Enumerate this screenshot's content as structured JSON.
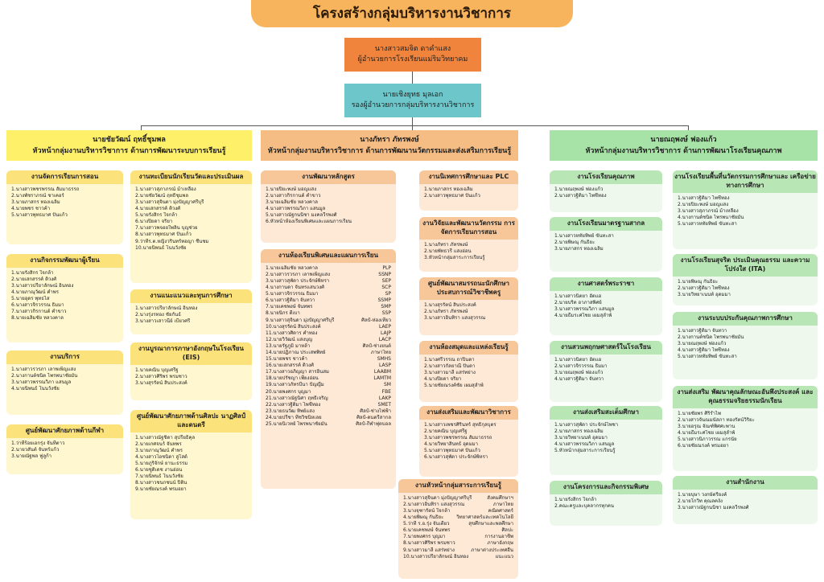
{
  "title": "โครงสร้างกลุ่มบริหารงานวิชาการ",
  "director": {
    "name": "นางสาวสมจิต  ดาคำแสง",
    "role": "ผู้อำนวยการโรงเรียนแม่ริมวิทยาคม"
  },
  "deputy": {
    "name": "นายเชิงยุทธ มุลเอก",
    "role": "รองผู้อำนวยการกลุ่มบริหารงานวิชาการ"
  },
  "heads": [
    {
      "name": "นายชัยวัฒน์ ฤทธิ์ชุมพล",
      "role": "หัวหน้ากลุ่มงานบริหารวิชาการ ด้านการพัฒนาระบบการเรียนรู้"
    },
    {
      "name": "นางภัทรา  ภัทรพงษ์",
      "role": "หัวหน้ากลุ่มงานบริหารวิชาการ ด้านการพัฒนานวัตกรรมและส่งเสริมการเรียนรู้"
    },
    {
      "name": "นายณฤพงษ์  ฟองแก้ว",
      "role": "หัวหน้ากลุ่มงานบริหารวิชาการ ด้านการพัฒนาโรงเรียนคุณภาพ"
    }
  ],
  "cards": {
    "c1": {
      "title": "งานจัดการเรียนการสอน",
      "items": [
        "1.นางสาวพชรพรรณ สัมมาธรรถ",
        "2.นางพัชราภรณ์ ชาเคอร์",
        "3.นายภาสกร ทองเฉลิม",
        "4.นายพชร ชาวค้า",
        "5.นางสาวพุทธมาศ ปันแก้ว"
      ]
    },
    "c2": {
      "title": "งานกิจกรรมพัฒนาผู้เรียน",
      "items": [
        "1.นายรังสิกร ใจกล้า",
        "2.นายเสกสรรค์ ติวงศ์",
        "3.นางสาวปรียาลักษณ์ อินทอง",
        "4.นายภาณุวัฒน์ คำพร",
        "5.นายอุดร พุทธไส",
        "6.นางสาวจิรวรรณ ธิมมา",
        "7.นางสาวกิรกานต์ คำขาว",
        "8.นายเฉลิมชัย หลวงคาล"
      ]
    },
    "c3": {
      "title": "งานบริการ",
      "items": [
        "1.นางสาวรวรภา เลาพเพ็ญแสง",
        "2.นางกานต์ชนิต ไพรพนาชัยมัน",
        "3.นางสาวพรรณวิภา แสนมูล",
        "4.นายนิพนธ์ โนนวังชัย"
      ]
    },
    "c4": {
      "title": "ศูนย์พัฒนาศักยภาพด้านกีฬา",
      "items": [
        "1.ว่าที่ร้อยเอกรุ่ง จันทีตาว",
        "2.นายวสันต์ จันทร์แก้ว",
        "3.นายณัฐพล ฟูลูก้า"
      ]
    },
    "c5": {
      "title": "งานทะเบียนนักเรียนวัดและประเมินผล",
      "items": [
        "1.นางสาวสุภาภรณ์ ม้าเหลือง",
        "2.นายชัยวัฒน์ ฤทธิ์ชุมพล",
        "3.นางสาวสุจินดา มุ่งปัญญาศรีบุรี",
        "4.นายเสกสรรค์ ติวงศ์",
        "5.นายรังสิกร ใจกล้า",
        "6.นางปิยดา จริยา",
        "7.นางสาวพจอยใพลิน บุญช่วย",
        "8.นางสาวพุทธมาศ ปันแก้ว",
        "9.ว่าที่ร.ต.หญิงวรินทร์ทอญา ชื่นชม",
        "10.นายนิพนธ์ โนนวังชัย"
      ]
    },
    "c6": {
      "title": "งานแนะแนวและทุนการศึกษา",
      "items": [
        "1.นางสาวปรียาลักษณ์ อินทอง",
        "2.นางรุ่งรทอง ชัยกันธ์",
        "3.นางสาวเสาวนีย์ เบี้ยวศรี"
      ]
    },
    "c7": {
      "title": "งานบูรณาการภาษาอังกฤษในโรงเรียน (EIS)",
      "items": [
        "1.นายคณิน บุญเศรีฐ",
        "2.นางสาวศิริพร พรมซาว",
        "3.นางสุรรัตน์ สินประสงค์"
      ]
    },
    "c8": {
      "title": "ศูนย์พัฒนาศักยภาพด้านศิลปะ นาฏศิลป์ และดนตรี",
      "items": [
        "1.นางสาวณัฐชิดา สุปรียธิคุล",
        "2.นายเกศจนร์ จันทพร",
        "3.นายภาณุวัฒน์ คำพร",
        "4.นางสาวไอชนิดา สูโสด์",
        "5.นายภูริจักษ์ ยานะธรรม",
        "6.นายชูติเดช งานอ่อน",
        "7.นายนิพนธ์ โนนวังชัย",
        "8.นางสาวชนกชนน์ ปิติ้น",
        "9.นายชัยณรงค์ พรมอยา"
      ]
    },
    "c9": {
      "title": "งานพัฒนาหลักสูตร",
      "items": [
        "1.นายปิยะพงษ์ มอญแสง",
        "2.นางสาวกิรกานต์ คำขาว",
        "3.นายเฉลิมชัย หลวงคาล",
        "4.นางสาวพรรณวิภา แสนมูล",
        "5.นางสาวณัฐกนนิชา มงคลวีรพงศ์",
        "6.หัวหน้าห้องเรียนพิเศษและแผนการเรียน"
      ]
    },
    "c10": {
      "title": "งานห้องเรียนพิเศษและแผนการเรียน",
      "rows": [
        [
          "1.นายเฉลิมชัย หลวงคาล",
          "PLP"
        ],
        [
          "2.นางสาวรวรภา เลาพเพ็ญแสง",
          "SSNP"
        ],
        [
          "3.นางสาวสุพัดา ประจักษ์พิหรา",
          "SEP"
        ],
        [
          "4.นางกานดา จันทรแสนวงศ์",
          "SCP"
        ],
        [
          "5.นางสาวจิรวรรณ ธิมมา",
          "SP"
        ],
        [
          "6.นางสาวฐิติมา จันทวา",
          "SSMP"
        ],
        [
          "7.นายเคชพงษ์ จันทพร",
          "SMP"
        ],
        [
          "8.นายนิกร ดีเบา",
          "SSP"
        ],
        [
          "9.นางสาวสุจินดา มุ่งปัญญาศรีบุรี",
          "ศิลป์-ห่องเที่ยว"
        ],
        [
          "10.นางสุรรัตน์ สินประสงค์",
          "LAEP"
        ],
        [
          "11.นางสาวศิดาร คำทอง",
          "LAJP"
        ],
        [
          "12.นายวิวัฒน์ แสงบุญ",
          "LACP"
        ],
        [
          "13.นายรัฐภูมิ มาหล้า",
          "ศิลป์-ช่างยนต์"
        ],
        [
          "14.นายปฏิภาณ ประเสพพิทย์",
          "ภาษาไทย"
        ],
        [
          "15.นายพชร ชาวค้า",
          "SMHS"
        ],
        [
          "16.นายเสกสรรค์ ติวงศ์",
          "LASP"
        ],
        [
          "17.นางสาวอภิญญา สารอินสม",
          "LAABM"
        ],
        [
          "18.นายปรัชญา เพียงอ่อน",
          "LAMTM"
        ],
        [
          "19.นางสาวภัทรบีนา ปัญญืม",
          "SM"
        ],
        [
          "20.นายพงศกร บุญมา",
          "FBE"
        ],
        [
          "21.นางสาวณัฐนิศา ฤทธิ์เจริญ",
          "LAKP"
        ],
        [
          "22.นางสาวฐิติมา ไพชีทอง",
          "SMET"
        ],
        [
          "23.นายธนวัฒ ทิพย์แสง",
          "ศิลป์-ช่างไฟฟ้า"
        ],
        [
          "24.นายปรีชา ทีชวิชนิหเลย",
          "ศิลป์-ดนตรีสากล"
        ],
        [
          "25.นายนิเวทย์ ไพรพนาชัยมัน",
          "ศิลป์-กีฬาฟุตบอล"
        ]
      ]
    },
    "c11": {
      "title": "งานนิเทศการศึกษาและ PLC",
      "items": [
        "1.นายภาสกร ทองเฉลิม",
        "2.นางสาวพุทธมาศ ปันแก้ว"
      ]
    },
    "c12": {
      "title": "งานวิจัยและพัฒนานวัตกรรม การจัดการเรียนการสอน",
      "items": [
        "1.นางภัทรา ภัทรพงษ์",
        "2.นายพัทธวรี แสงอ่อน",
        "3.หัวหน้ากลุ่มสาระการเรียนรู้"
      ]
    },
    "c13": {
      "title": "ศูนย์พัฒนาสมรรถนะนักศึกษา ประสบการณ์วิชาชีพครู",
      "items": [
        "1.นางสุรรัตน์ สินประสงค์",
        "2.นางภัทรา ภัทรพงษ์",
        "3.นางสาวอินทิรา แสงสุวรรณ"
      ]
    },
    "c14": {
      "title": "งานห้องสมุดและแหล่งเรียนรู้",
      "items": [
        "1.นางศรีวรรณ ถาปินตา",
        "2.นางสาวกัลยาณี ปันดา",
        "3.นางสาวมาลี แสร่ทย่าง",
        "4.นางปิยดา จริยา",
        "5.นายชัยณรงค์ชัย เผมสุลำพ์"
      ]
    },
    "c15": {
      "title": "งานส่งเสริมและพัฒนาวิชาการ",
      "items": [
        "1.นางสาวเพชรศิรินทร์ สุทธิกุลบุตร",
        "2.นายคณิน บุญเศรีฐ",
        "3.นางสาวพชรพรรณ สัมมาธรรถ",
        "4.นายวิทยาสินทธ์ อุดมมา",
        "5.นางสาวพุทธมาศ ปันแก้ว",
        "6.นางสาวสุพัดา ประจักษ์พิหรา"
      ]
    },
    "c16": {
      "title": "งานหัวหน้ากลุ่มสาระการเรียนรู้",
      "rows": [
        [
          "1.นางสาวสุจินดา มุ่งปัญญาศรีบุรี",
          "สังคมศึกษาฯ"
        ],
        [
          "2.นางสาวอินทิรา แสงสุวรรณ",
          "ภาษาไทย"
        ],
        [
          "3.นางจุฑารัตน์ ใจกล้า",
          "คณิตศาสตร์"
        ],
        [
          "4.นายพิษณุ กันธิยะ",
          "วิทยาศาสตร์และเทคโนโลยี"
        ],
        [
          "5.ว่าที่ ร.อ.รุ่ง จันเตี๋ยว",
          "สุขศึกษาและพลศึกษา"
        ],
        [
          "6.นายเคชพงษ์ จันทพร",
          "ศิลปะ"
        ],
        [
          "7.นายพงศกร บุญมา",
          "การงานอาชีพ"
        ],
        [
          "8.นางสาวศิริพร พรมซาว",
          "ภาษาอังกฤษ"
        ],
        [
          "9.นางสาวมาลี แสร่ทย่าง",
          "ภาษาต่างประเทศอื่น"
        ],
        [
          "10.นางสาวปรียาลักษณ์ อินทอง",
          "แนะแนว"
        ]
      ]
    },
    "c17": {
      "title": "งานโรงเรียนคุณภาพ",
      "items": [
        "1.นายณฤพงษ์ ฟองแก้ว",
        "2.นางสาวฐิติมา ไพชีทอง"
      ]
    },
    "c18": {
      "title": "งานโรงเรียนมาตรฐานสากล",
      "items": [
        "1.นางสาวหทัยทิพย์ ขันทะสา",
        "2.นายพิษณุ กันธิยะ",
        "3.นายภาสกร ทองเฉลิม"
      ]
    },
    "c19": {
      "title": "งานศาสตร์พระราชา",
      "items": [
        "1.นางสาวนิตยา อัตแอ",
        "2.นายบริต อาภาสพิศย์",
        "3.นางสาวพรรณวิภา แสนมูล",
        "4.นายธีมระศไชย เผมสุลำพ์"
      ]
    },
    "c20": {
      "title": "งานสวนพฤกษศาสตร์ในโรงเรียน",
      "items": [
        "1.นางสาวนิตยา อัตแอ",
        "2.นางสาวจิรวรรณ ธิมมา",
        "3.นายณฤพงษ์ ฟองแก้ว",
        "4.นางสาวฐิติมา จันทวา"
      ]
    },
    "c21": {
      "title": "งานส่งเสริมสะเต็มศึกษา",
      "items": [
        "1.นางสาวสุพัดา ประจักษ์ไพชา",
        "2.นายภาสกร ทองเฉลิม",
        "3.นายวิทยาเนนท์ อุดมมา",
        "4.นางสาวพรรณวิภา แสนมูล",
        "5.หัวหน้ากลุ่มสาระการเรียนรู้"
      ]
    },
    "c22": {
      "title": "งานโครงการและกิจกรรมพิเศษ",
      "items": [
        "1.นายรังสิกร ใจกล้า",
        "2.คณะครูและบุคลากรทุกคน"
      ]
    },
    "c23": {
      "title": "งานโรงเรียนพื้นที่นวัตกรรมการศึกษาและ เครือข่ายทางการศึกษา",
      "items": [
        "1.นางสาวฐิติมา ไพชีทอง",
        "2.นายปิยะพงษ์ มอญแสง",
        "3.นางสาวสุภาภรณ์ ม้าเหลือง",
        "4.นางกานต์ชนิต ไพรพนาชัยมัน",
        "5.นางสาวหทัยทิพย์ ขันทะสา"
      ]
    },
    "c24": {
      "title": "งานโรงเรียนสุจริต ประเมินคุณธรรม และความโปร่งใส (ITA)",
      "items": [
        "1.นายพิษณุ กันธิยะ",
        "2.นางสาวฐิติมา ไพชีทอง",
        "3.นายวิทยาเนนท์ อุดมมา"
      ]
    },
    "c25": {
      "title": "งานระบบประกันคุณภาพการศึกษา",
      "items": [
        "1.นางสาวฐิติมา จันทวา",
        "2.นางกานต์ชนิต ไพรพนาชัยมัน",
        "3.นายณฤพงษ์ ฟองแก้ว",
        "4.นางสาวฐิติมา ไพชีทอง",
        "5.นางสาวหทัยทิพย์ ขันทะสา"
      ]
    },
    "c26": {
      "title": "งานส่งเสริม พัฒนาคุณลักษณะอันพึงประสงค์ และคุณธรรมจริยธรรมนักเรียน",
      "items": [
        "1.นายชัยพร ศิริรำไพ",
        "2.นางสาวจันณมนัสภา ทองรัตน์วิริยะ",
        "3.นายอรุณ จัณฑ์พิศศะพาน",
        "4.นายธีมระศไชย เผมสุลำพ์",
        "5.นางสาวนิภาวรรณ แกรนัย",
        "6.นายชัยณรงค์ พรมอยา"
      ]
    },
    "c27": {
      "title": "งานสำนักงาน",
      "items": [
        "1.นายบุษา วงกษัตริ์ยงค์",
        "2.นายโกวิท คุณลคงัง",
        "3.นางสาวณัฐกนนิชา มงคลวีรพงศ์"
      ]
    }
  }
}
